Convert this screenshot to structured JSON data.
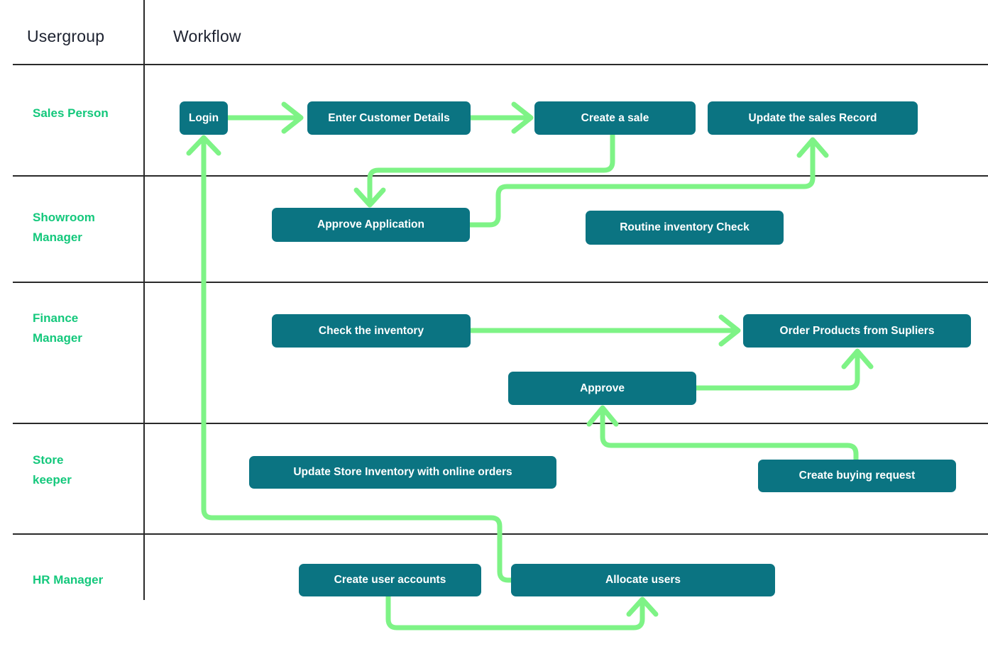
{
  "header": {
    "usergroup_label": "Usergroup",
    "workflow_label": "Workflow"
  },
  "lanes": [
    {
      "id": "sales-person",
      "label": "Sales Person",
      "lines": [
        "Sales Person"
      ]
    },
    {
      "id": "showroom-manager",
      "label": "Showroom Manager",
      "lines": [
        "Showroom",
        "Manager"
      ]
    },
    {
      "id": "finance-manager",
      "label": "Finance Manager",
      "lines": [
        "Finance",
        "Manager"
      ]
    },
    {
      "id": "store-keeper",
      "label": "Store keeper",
      "lines": [
        "Store",
        "keeper"
      ]
    },
    {
      "id": "hr-manager",
      "label": "HR Manager",
      "lines": [
        "HR Manager"
      ]
    }
  ],
  "nodes": {
    "login": {
      "lane": "sales-person",
      "label": "Login"
    },
    "enter_customer": {
      "lane": "sales-person",
      "label": "Enter Customer Details"
    },
    "create_sale": {
      "lane": "sales-person",
      "label": "Create a sale"
    },
    "update_sales": {
      "lane": "sales-person",
      "label": "Update the sales Record"
    },
    "approve_app": {
      "lane": "showroom-manager",
      "label": "Approve Application"
    },
    "routine_check": {
      "lane": "showroom-manager",
      "label": "Routine inventory Check"
    },
    "check_inventory": {
      "lane": "finance-manager",
      "label": "Check the inventory"
    },
    "order_products": {
      "lane": "finance-manager",
      "label": "Order Products from Supliers"
    },
    "approve": {
      "lane": "finance-manager",
      "label": "Approve"
    },
    "update_store": {
      "lane": "store-keeper",
      "label": "Update Store Inventory with online orders"
    },
    "create_buying": {
      "lane": "store-keeper",
      "label": "Create buying request"
    },
    "create_accounts": {
      "lane": "hr-manager",
      "label": "Create user accounts"
    },
    "allocate_users": {
      "lane": "hr-manager",
      "label": "Allocate users"
    }
  },
  "connectors": [
    {
      "from": "login",
      "to": "enter_customer"
    },
    {
      "from": "enter_customer",
      "to": "create_sale"
    },
    {
      "from": "create_sale",
      "to": "approve_app"
    },
    {
      "from": "approve_app",
      "to": "update_sales"
    },
    {
      "from": "check_inventory",
      "to": "order_products"
    },
    {
      "from": "approve",
      "to": "order_products"
    },
    {
      "from": "create_buying",
      "to": "approve"
    },
    {
      "from": "allocate_users",
      "to": "login"
    },
    {
      "from": "create_accounts",
      "to": "allocate_users"
    }
  ],
  "colors": {
    "node_fill": "#0b7482",
    "node_text": "#ffffff",
    "arrow": "#7ef386",
    "label_green": "#14c87c",
    "line": "#2a2a2a",
    "header_text": "#1d2230",
    "bg": "#ffffff"
  }
}
